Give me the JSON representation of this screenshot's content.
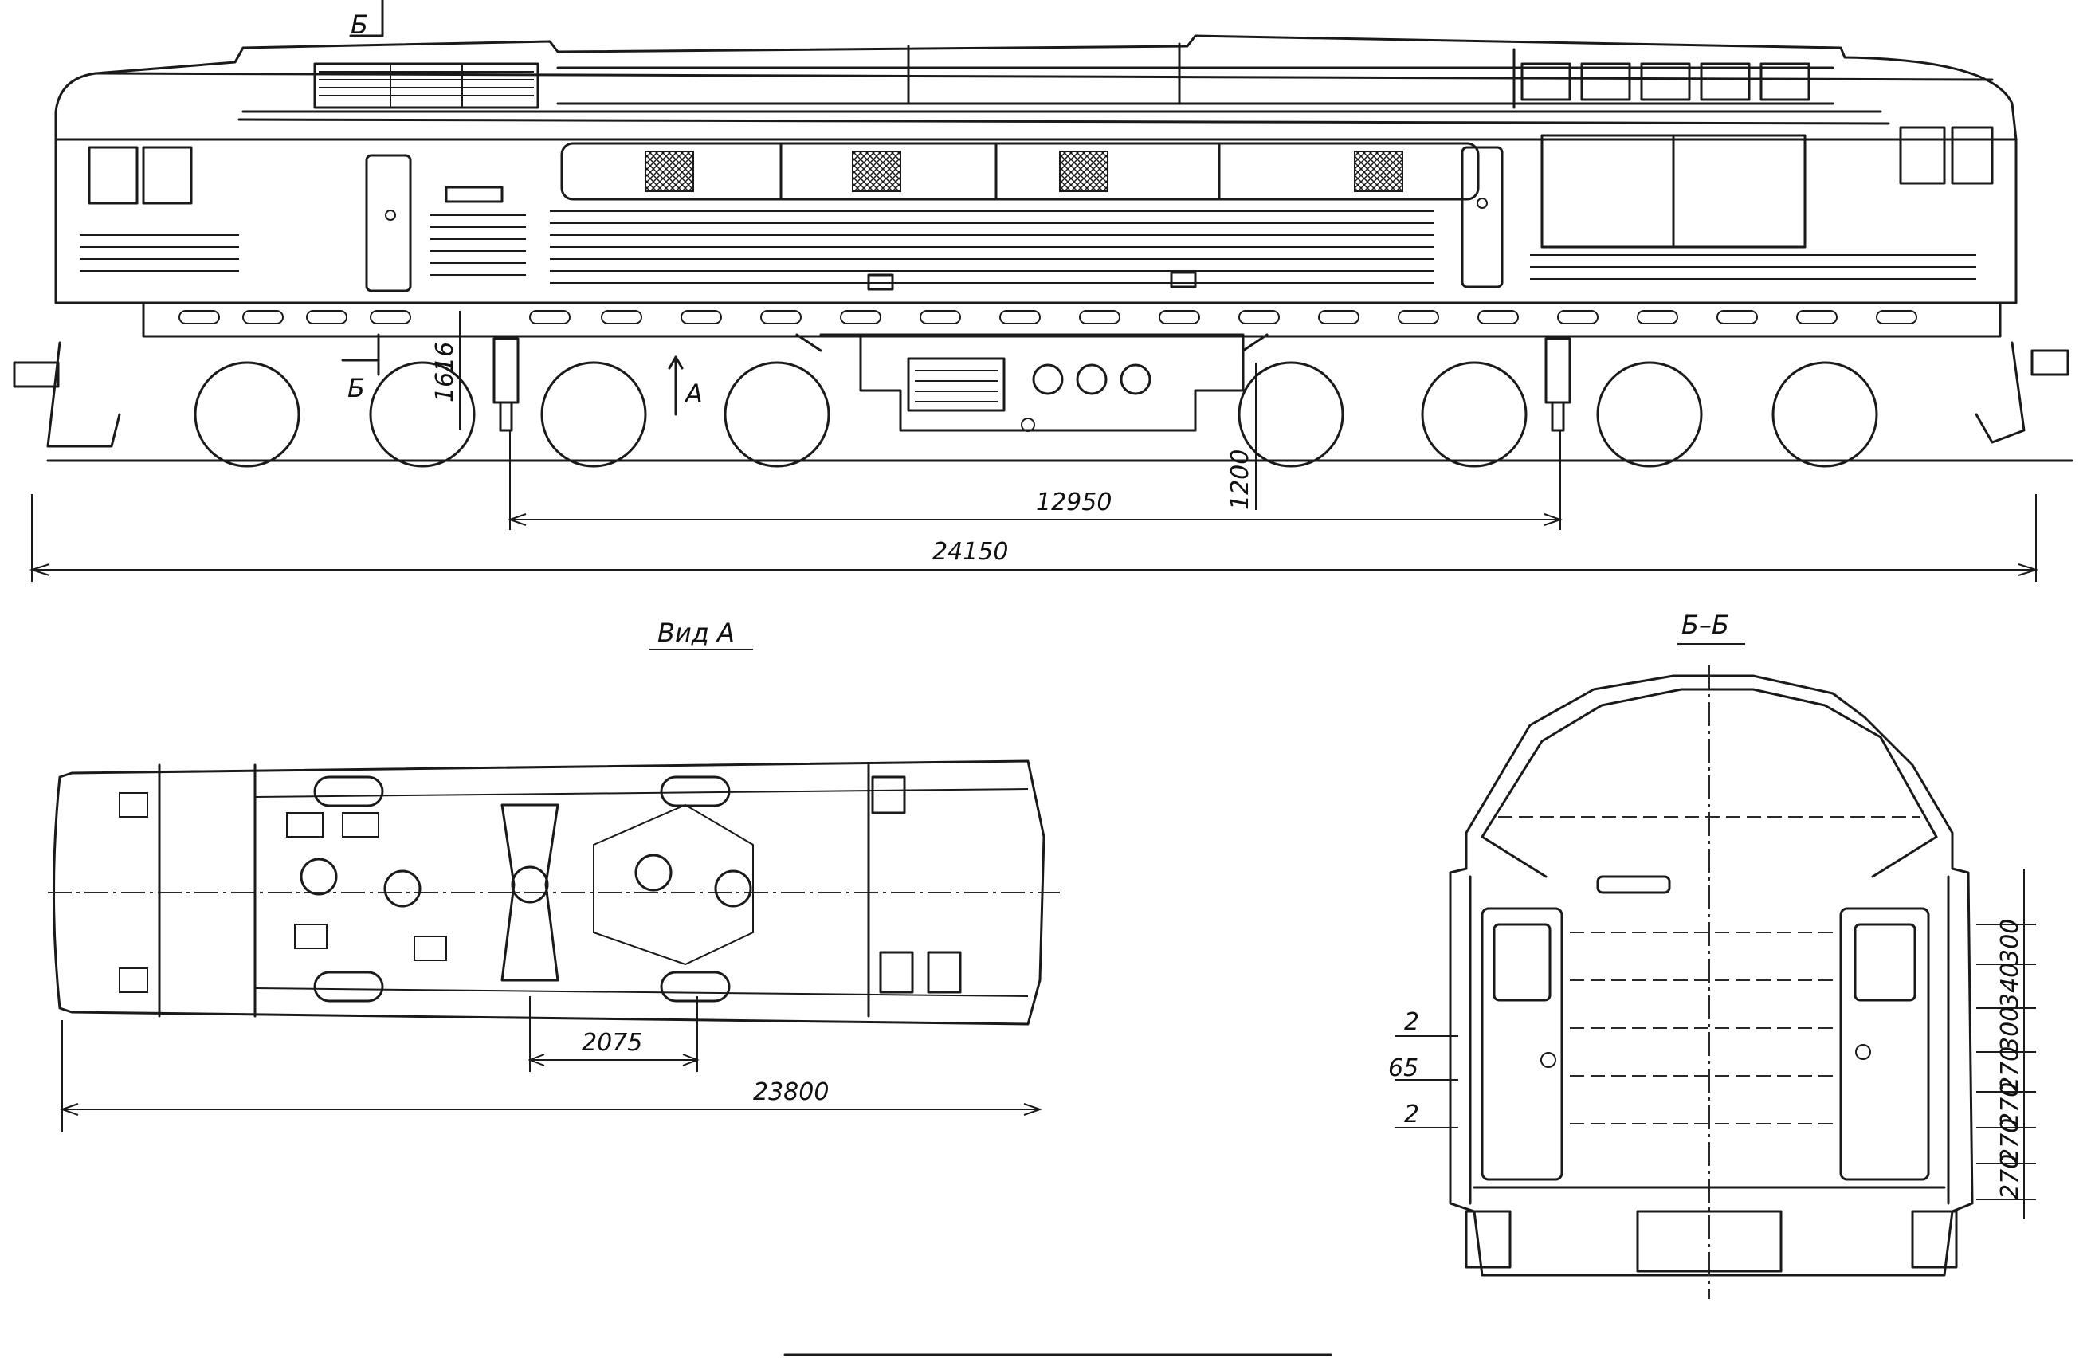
{
  "labels": {
    "section_mark_top": "Б",
    "section_mark_bottom": "Б",
    "view_arrow": "А",
    "view_a_caption": "Вид А",
    "section_caption": "Б–Б"
  },
  "dimensions": {
    "wheel_height": "1616",
    "bogie_base": "12950",
    "overall_length": "24150",
    "wheel_diameter": "1200",
    "axle_spacing": "2075",
    "frame_length": "23800",
    "wall_2_upper": "2",
    "wall_65": "65",
    "wall_2_lower": "2",
    "cab_dims": [
      "300",
      "340",
      "300",
      "270",
      "270",
      "270",
      "270"
    ]
  },
  "colors": {
    "ink": "#1a1a1a",
    "paper": "#ffffff"
  }
}
